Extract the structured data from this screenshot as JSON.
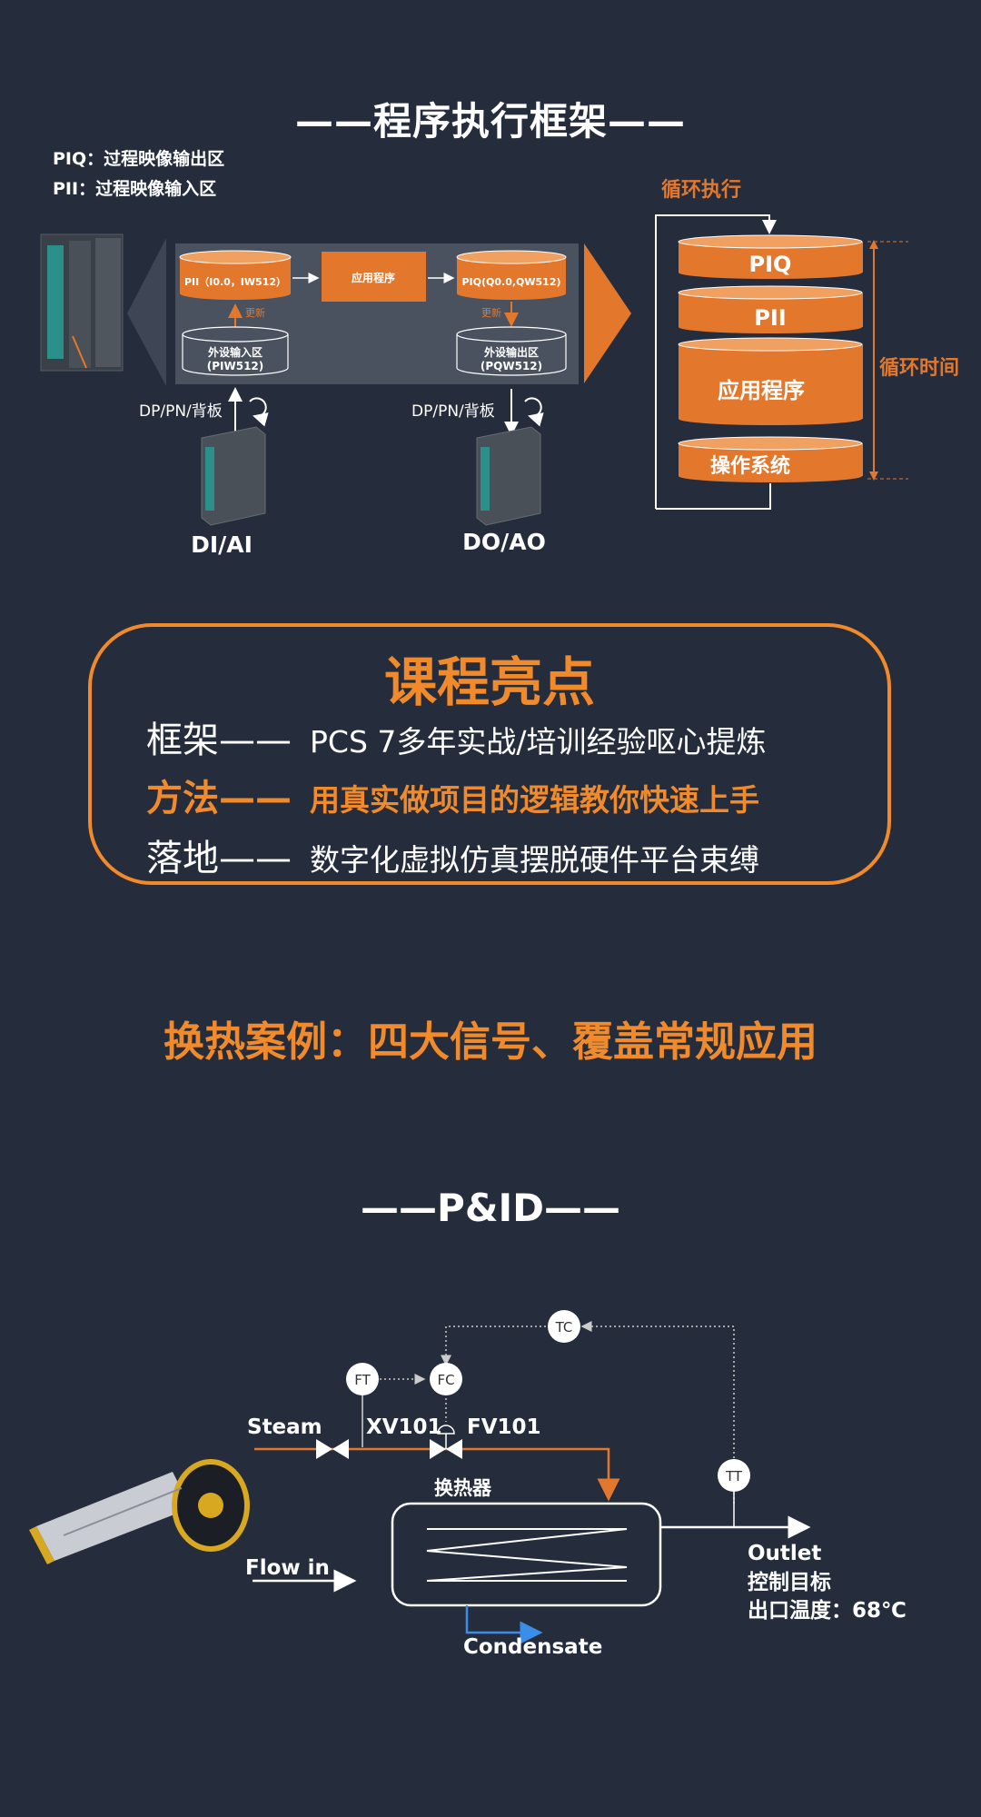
{
  "framework": {
    "title": "——程序执行框架——",
    "legend": [
      "PIQ：过程映像输出区",
      "PII：过程映像输入区"
    ],
    "flow": {
      "pii_box": "PII（I0.0，IW512）",
      "app_box": "应用程序",
      "piq_box": "PIQ(Q0.0,QW512)",
      "update_left": "更新",
      "update_right": "更新",
      "input_area": [
        "外设输入区",
        "(PIW512)"
      ],
      "output_area": [
        "外设输出区",
        "(PQW512)"
      ],
      "bus_left": "DP/PN/背板",
      "bus_right": "DP/PN/背板",
      "module_left": "DI/AI",
      "module_right": "DO/AO"
    },
    "cycle": {
      "label_exec": "循环执行",
      "label_time": "循环时间",
      "layers": [
        "PIQ",
        "PII",
        "应用程序",
        "操作系统"
      ]
    }
  },
  "highlights": {
    "title": "课程亮点",
    "rows": [
      {
        "key": "框架——",
        "desc": "PCS 7多年实战/培训经验呕心提炼"
      },
      {
        "key": "方法——",
        "desc": "用真实做项目的逻辑教你快速上手"
      },
      {
        "key": "落地——",
        "desc": "数字化虚拟仿真摆脱硬件平台束缚"
      }
    ]
  },
  "case_title": "换热案例：四大信号、覆盖常规应用",
  "pid": {
    "title": "——P&ID——",
    "tags": {
      "tc": "TC",
      "ft": "FT",
      "fc": "FC",
      "tt": "TT"
    },
    "labels": {
      "steam": "Steam",
      "xv": "XV101",
      "fv": "FV101",
      "exchanger": "换热器",
      "flow_in": "Flow in",
      "condensate": "Condensate",
      "outlet": "Outlet",
      "control_target": "控制目标",
      "outlet_temp": "出口温度：68℃"
    }
  },
  "colors": {
    "background": "#252d3d",
    "accent": "#f08a2a",
    "diagram_orange": "#e3782d",
    "blue": "#3b8ee8"
  }
}
